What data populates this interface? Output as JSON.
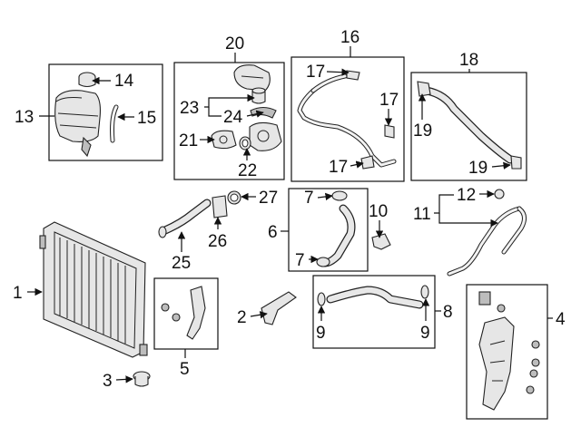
{
  "callouts": {
    "c1": "1",
    "c2": "2",
    "c3": "3",
    "c4": "4",
    "c5": "5",
    "c6": "6",
    "c7a": "7",
    "c7b": "7",
    "c8": "8",
    "c9a": "9",
    "c9b": "9",
    "c10": "10",
    "c11": "11",
    "c12": "12",
    "c13": "13",
    "c14": "14",
    "c15": "15",
    "c16": "16",
    "c17a": "17",
    "c17b": "17",
    "c17c": "17",
    "c18": "18",
    "c19a": "19",
    "c19b": "19",
    "c20": "20",
    "c21": "21",
    "c22": "22",
    "c23": "23",
    "c24": "24",
    "c25": "25",
    "c26": "26",
    "c27": "27"
  },
  "colors": {
    "ink": "#111111",
    "part_fill": "#e6e6e6",
    "background": "#ffffff"
  }
}
